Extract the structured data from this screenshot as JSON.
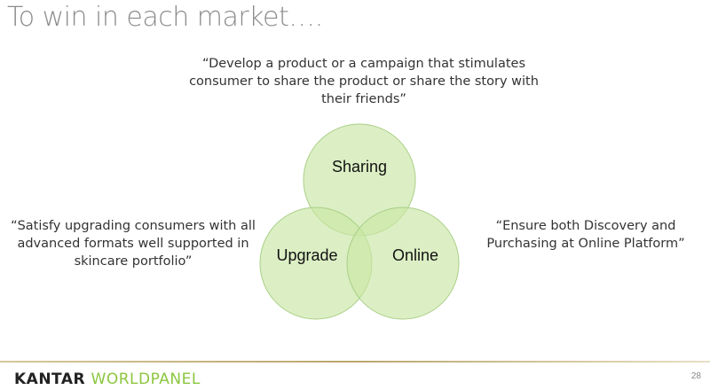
{
  "title": "To win in each market….",
  "quotes": {
    "sharing": "“Develop a product or a campaign that stimulates consumer to share the product or share the story with their friends”",
    "upgrade": "“Satisfy upgrading consumers with all advanced formats well supported in skincare portfolio”",
    "online": "“Ensure both Discovery and Purchasing at Online Platform”"
  },
  "venn": {
    "circles": [
      "Sharing",
      "Upgrade",
      "Online"
    ],
    "fill": "#c9e7a4",
    "stroke": "#a9cf86"
  },
  "logo": {
    "part1": "KANTAR",
    "part2": "WORLDPANEL"
  },
  "page_number": "28"
}
